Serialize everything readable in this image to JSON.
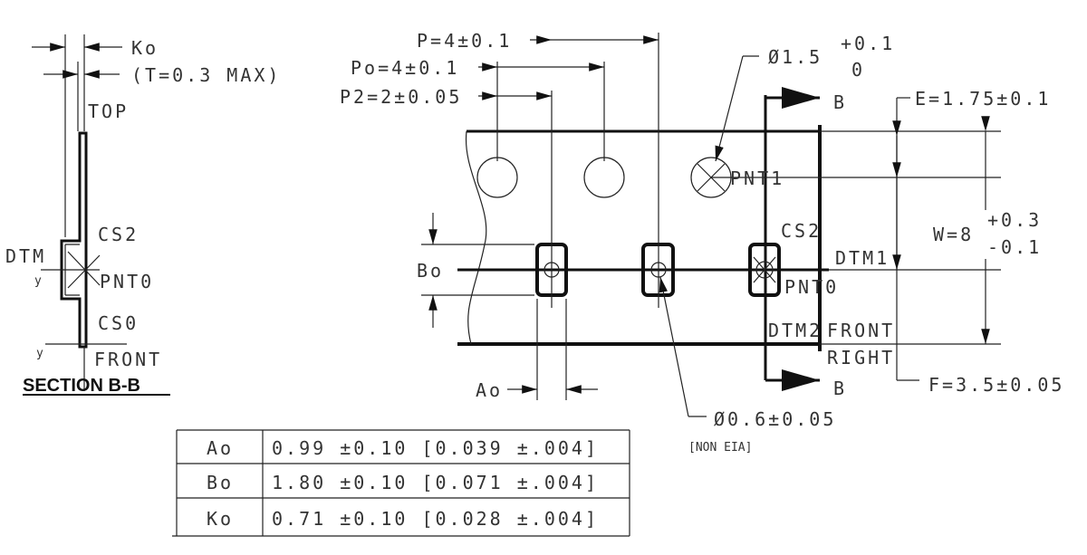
{
  "section": {
    "ko_label": "Ko",
    "t_label": "(T=0.3 MAX)",
    "top_label": "TOP",
    "cs2_label": "CS2",
    "dtm_label": "DTM",
    "pnt0_label": "PNT0",
    "cs0_label": "CS0",
    "front_label": "FRONT",
    "y_label": "y",
    "title": "SECTION  B-B"
  },
  "dims": {
    "p": "P=4±0.1",
    "po": "Po=4±0.1",
    "p2": "P2=2±0.05",
    "hole_dia": "Ø1.5",
    "hole_tol_plus": "+0.1",
    "hole_tol_minus": "0",
    "pnt1": "PNT1",
    "section_marker": "B",
    "e": "E=1.75±0.1",
    "w": "W=8",
    "w_tol_plus": "+0.3",
    "w_tol_minus": "-0.1",
    "f": "F=3.5±0.05",
    "bo": "Bo",
    "ao": "Ao",
    "cs2": "CS2",
    "pnt0": "PNT0",
    "dtm1": "DTM1",
    "dtm2": "DTM2",
    "right": "RIGHT",
    "front": "FRONT",
    "small_hole": "Ø0.6±0.05",
    "non_eia": "[NON EIA]"
  },
  "table": {
    "rows": [
      {
        "name": "Ao",
        "value": "0.99 ±0.10 [0.039 ±.004]"
      },
      {
        "name": "Bo",
        "value": "1.80 ±0.10 [0.071 ±.004]"
      },
      {
        "name": "Ko",
        "value": "0.71 ±0.10 [0.028 ±.004]"
      }
    ]
  }
}
